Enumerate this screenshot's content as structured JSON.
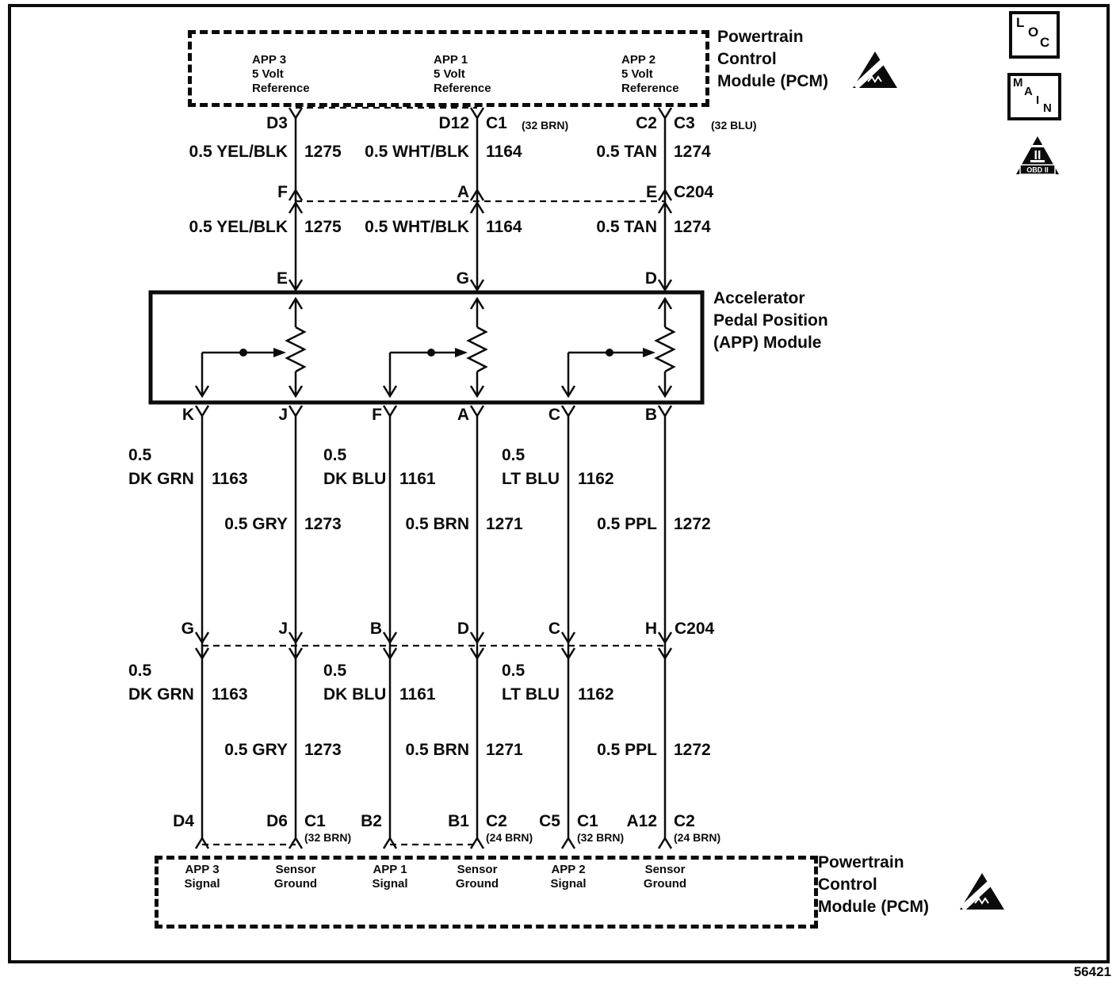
{
  "figure_number": "56421",
  "symbols": {
    "loc_badge": [
      "L",
      "O",
      "C"
    ],
    "main_badge": [
      "M",
      "A",
      "I",
      "N"
    ],
    "obd_badge": {
      "numeral": "II",
      "label": "OBD II"
    }
  },
  "pcm_top": {
    "title": [
      "Powertrain",
      "Control",
      "Module (PCM)"
    ],
    "references": [
      {
        "lines": [
          "APP 3",
          "5 Volt",
          "Reference"
        ]
      },
      {
        "lines": [
          "APP 1",
          "5 Volt",
          "Reference"
        ]
      },
      {
        "lines": [
          "APP 2",
          "5 Volt",
          "Reference"
        ]
      }
    ],
    "pins": [
      {
        "pin": "D3"
      },
      {
        "pin": "D12",
        "connector": "C1",
        "note": "(32 BRN)"
      },
      {
        "pin": "C2",
        "connector": "C3",
        "note": "(32 BLU)"
      }
    ]
  },
  "c204_top": {
    "name": "C204",
    "pins": [
      "F",
      "A",
      "E"
    ]
  },
  "c204_mid": {
    "name": "C204",
    "pins": [
      "G",
      "J",
      "B",
      "D",
      "C",
      "H"
    ]
  },
  "wires": {
    "reference": [
      {
        "label": "0.5 YEL/BLK",
        "circuit": "1275"
      },
      {
        "label": "0.5 WHT/BLK",
        "circuit": "1164"
      },
      {
        "label": "0.5 TAN",
        "circuit": "1274"
      }
    ],
    "signal": [
      {
        "size": "0.5",
        "color": "DK GRN",
        "circuit": "1163"
      },
      {
        "size": "0.5",
        "color": "DK BLU",
        "circuit": "1161"
      },
      {
        "size": "0.5",
        "color": "LT BLU",
        "circuit": "1162"
      }
    ],
    "ground": [
      {
        "label": "0.5 GRY",
        "circuit": "1273"
      },
      {
        "label": "0.5 BRN",
        "circuit": "1271"
      },
      {
        "label": "0.5 PPL",
        "circuit": "1272"
      }
    ]
  },
  "app_module": {
    "title": [
      "Accelerator",
      "Pedal Position",
      "(APP) Module"
    ],
    "top_pins": [
      "E",
      "G",
      "D"
    ],
    "bottom_pins": [
      "K",
      "J",
      "F",
      "A",
      "C",
      "B"
    ]
  },
  "pcm_bottom": {
    "title": [
      "Powertrain",
      "Control",
      "Module (PCM)"
    ],
    "pins": [
      {
        "pin": "D4"
      },
      {
        "pin": "D6",
        "connector": "C1",
        "note": "(32 BRN)"
      },
      {
        "pin": "B2"
      },
      {
        "pin": "B1",
        "connector": "C2",
        "note": "(24 BRN)"
      },
      {
        "pin": "C5",
        "connector": "C1",
        "note": "(32 BRN)"
      },
      {
        "pin": "A12",
        "connector": "C2",
        "note": "(24 BRN)"
      }
    ],
    "functions": [
      {
        "lines": [
          "APP 3",
          "Signal"
        ]
      },
      {
        "lines": [
          "Sensor",
          "Ground"
        ]
      },
      {
        "lines": [
          "APP 1",
          "Signal"
        ]
      },
      {
        "lines": [
          "Sensor",
          "Ground"
        ]
      },
      {
        "lines": [
          "APP 2",
          "Signal"
        ]
      },
      {
        "lines": [
          "Sensor",
          "Ground"
        ]
      }
    ]
  }
}
